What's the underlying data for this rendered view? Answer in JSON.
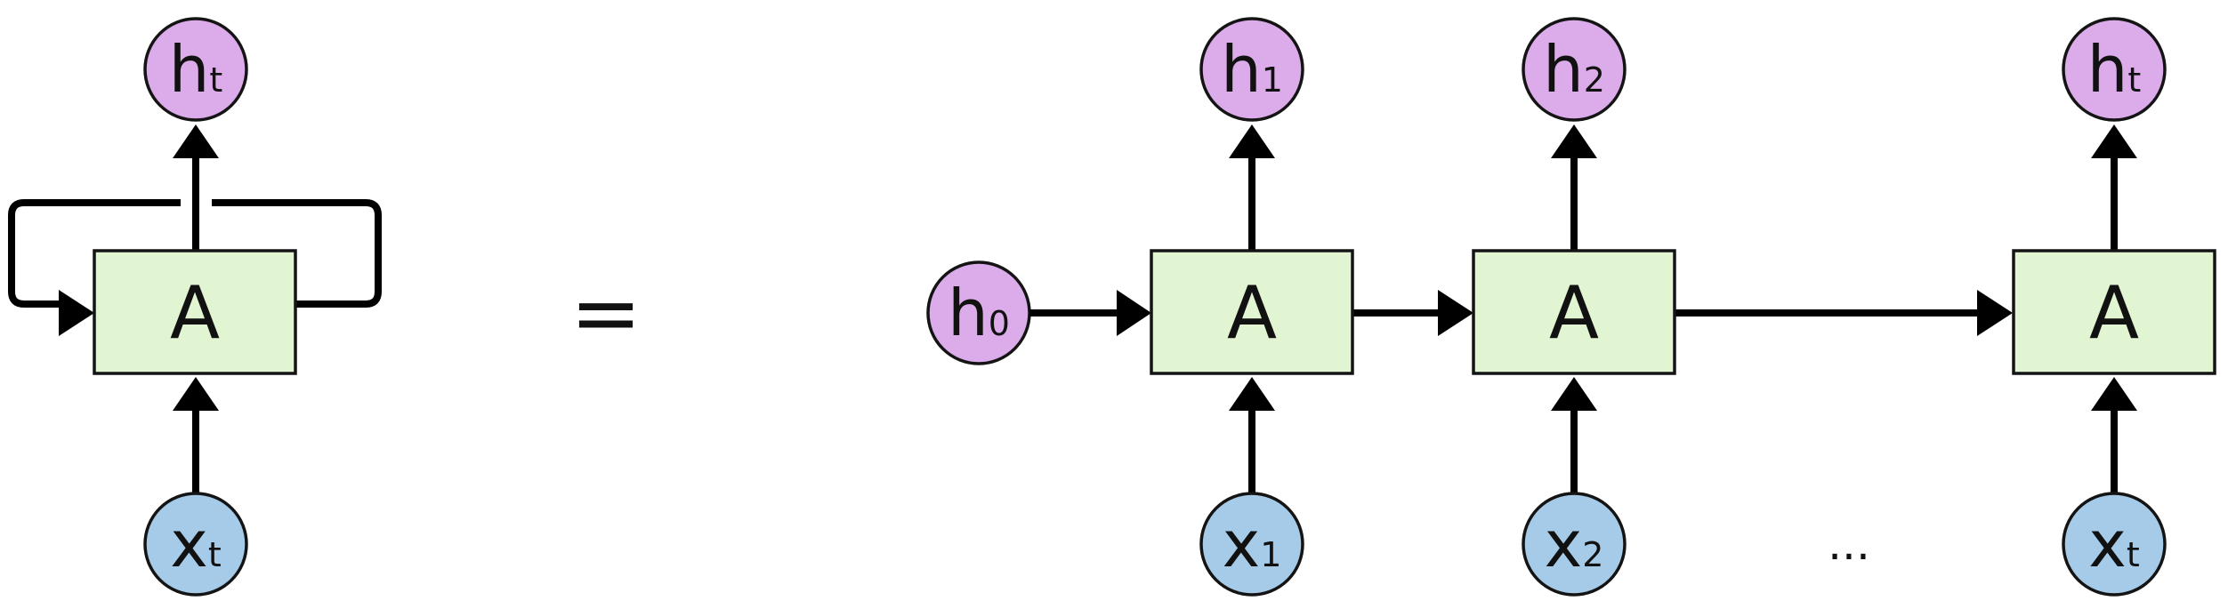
{
  "colors": {
    "cell_fill": "#e2f5d3",
    "hidden_fill": "#dcacea",
    "input_fill": "#a6cbe8",
    "stroke": "#141414"
  },
  "equals_sign": "=",
  "ellipsis": "...",
  "folded": {
    "cell_label": "A",
    "input": {
      "main": "x",
      "sub": "t"
    },
    "output": {
      "main": "h",
      "sub": "t"
    }
  },
  "unrolled": {
    "initial_state": {
      "main": "h",
      "sub": "0"
    },
    "steps": [
      {
        "cell_label": "A",
        "input": {
          "main": "x",
          "sub": "1"
        },
        "output": {
          "main": "h",
          "sub": "1"
        }
      },
      {
        "cell_label": "A",
        "input": {
          "main": "x",
          "sub": "2"
        },
        "output": {
          "main": "h",
          "sub": "2"
        }
      },
      {
        "cell_label": "A",
        "input": {
          "main": "x",
          "sub": "t"
        },
        "output": {
          "main": "h",
          "sub": "t"
        }
      }
    ]
  }
}
